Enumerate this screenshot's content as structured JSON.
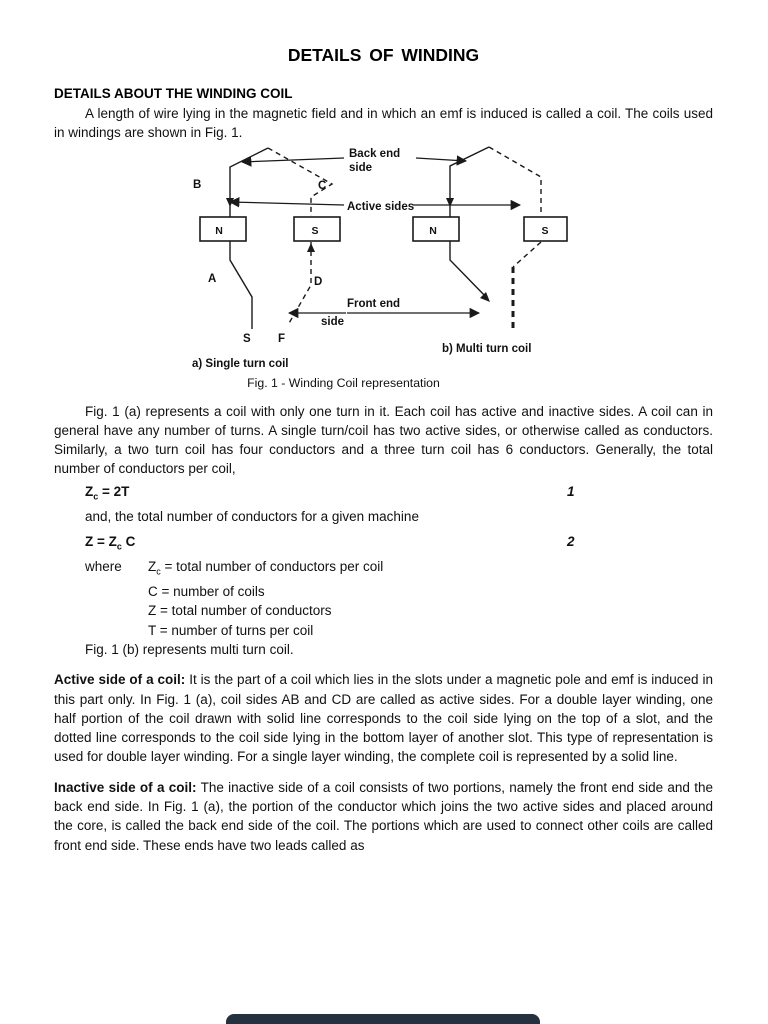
{
  "colors": {
    "footer_bar": "#243240",
    "text": "#111111"
  },
  "doc": {
    "title": "DETAILS OF WINDING",
    "heading": "DETAILS ABOUT THE WINDING COIL",
    "para_intro": "A length of wire lying in the magnetic field and in which an emf is induced is called a coil. The coils used in windings are shown in Fig. 1.",
    "para_fig1a": "Fig. 1 (a) represents a coil with only one turn in it.  Each coil has active and inactive sides. A coil can in general have any number of turns.  A single turn/coil has two active sides, or otherwise called as conductors.  Similarly, a two turn coil has four conductors and a three turn coil has 6 conductors.  Generally, the total number of conductors per coil,",
    "eq1": {
      "base": "Z",
      "sub": "c",
      "rest": " = 2T",
      "number": "1"
    },
    "line_machine": "and, the total number of conductors for a given machine",
    "eq2": {
      "p1": "Z = Z",
      "sub": "c",
      "p2": " C",
      "number": "2"
    },
    "where": {
      "label": "where",
      "item1_base": "Z",
      "item1_sub": "c",
      "item1_rest": " = total number of conductors per coil",
      "item2": "C = number of coils",
      "item3": "Z = total number of conductors",
      "item4": "T = number of turns per coil"
    },
    "line_fig1b": "Fig. 1 (b) represents multi turn coil.",
    "active_lead": "Active side of a coil:",
    "active_body": " It is the part of a coil which lies in the slots under a magnetic pole and emf is induced in this part only.  In Fig. 1 (a), coil sides AB and CD are called as active sides.  For a double layer winding, one half portion of the coil drawn with solid line corresponds to the coil side lying on the top of a slot, and the dotted line corresponds to the coil side lying in the bottom layer of another slot.  This type of representation is used for double layer winding.  For a single layer winding, the complete coil is represented by a solid line.",
    "inactive_lead": "Inactive side of a coil:",
    "inactive_body": " The inactive side of a coil consists of two portions, namely the front end side and the back end side.  In Fig. 1 (a), the portion of the conductor which joins the two active sides and placed around the core, is called the back end side of the coil. The portions which are used to connect other coils are called front end side.  These ends have two leads called as"
  },
  "figure": {
    "caption": "Fig. 1 - Winding Coil representation",
    "labels": {
      "back_end_1": "Back end",
      "back_end_2": "side",
      "active_sides": "Active sides",
      "front_end_1": "Front end",
      "front_end_2": "side",
      "single_turn": "a) Single turn coil",
      "multi_turn": "b) Multi turn coil",
      "lead_b": "B",
      "lead_c": "C",
      "lead_a": "A",
      "lead_d": "D",
      "lead_s": "S",
      "lead_f": "F",
      "pole_n_left": "N",
      "pole_s_left": "S",
      "pole_n_right": "N",
      "pole_s_right": "S"
    }
  }
}
